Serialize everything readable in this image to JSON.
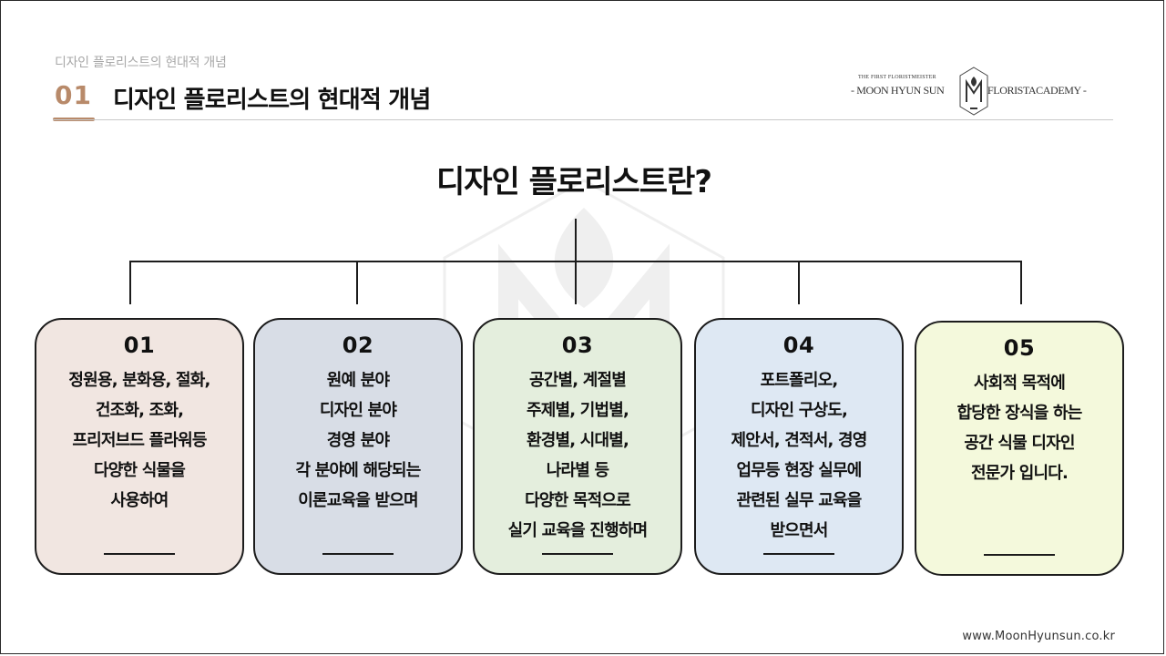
{
  "breadcrumb": "디자인 플로리스트의 현대적 개념",
  "section": {
    "number": "01",
    "title": "디자인 플로리스트의 현대적 개념"
  },
  "logo": {
    "tagline": "THE FIRST FLORISTMEISTER",
    "left_text": "- MOON HYUN SUN",
    "right_text": "FLORISTACADEMY -"
  },
  "main_title": "디자인 플로리스트란?",
  "cards": [
    {
      "number": "01",
      "color": "#f1e6e1",
      "lines": [
        "정원용, 분화용, 절화,",
        "건조화, 조화,",
        "프리저브드 플라워등",
        "다양한 식물을",
        "사용하여"
      ]
    },
    {
      "number": "02",
      "color": "#d8dde6",
      "lines": [
        "원예 분야",
        "디자인 분야",
        "경영 분야",
        "각 분야에 해당되는",
        "이론교육을 받으며"
      ]
    },
    {
      "number": "03",
      "color": "#e4eedd",
      "lines": [
        "공간별, 계절별",
        "주제별, 기법별,",
        "환경별, 시대별,",
        "나라별 등",
        "다양한 목적으로",
        "실기 교육을 진행하며"
      ]
    },
    {
      "number": "04",
      "color": "#dee8f3",
      "lines": [
        "포트폴리오,",
        "디자인 구상도,",
        "제안서, 견적서, 경영",
        "업무등 현장 실무에",
        "관련된 실무 교육을",
        "받으면서"
      ]
    },
    {
      "number": "05",
      "color": "#f4f9dc",
      "lines": [
        "사회적 목적에",
        "합당한 장식을 하는",
        "공간 식물 디자인",
        "전문가 입니다."
      ]
    }
  ],
  "footer_url": "www.MoonHyunsun.co.kr"
}
